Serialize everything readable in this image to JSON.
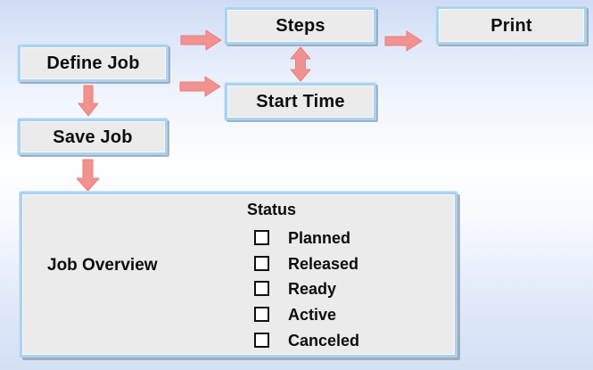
{
  "diagram": {
    "nodes": [
      {
        "id": "define-job",
        "label": "Define Job"
      },
      {
        "id": "steps",
        "label": "Steps"
      },
      {
        "id": "print",
        "label": "Print"
      },
      {
        "id": "start-time",
        "label": "Start Time"
      },
      {
        "id": "save-job",
        "label": "Save Job"
      }
    ],
    "connections": [
      {
        "from": "define-job",
        "to": "steps",
        "style": "right-arrow"
      },
      {
        "from": "define-job",
        "to": "start-time",
        "style": "right-arrow"
      },
      {
        "from": "define-job",
        "to": "save-job",
        "style": "down-arrow"
      },
      {
        "from": "steps",
        "to": "start-time",
        "style": "double-vertical-arrow"
      },
      {
        "from": "steps",
        "to": "print",
        "style": "right-arrow"
      },
      {
        "from": "save-job",
        "to": "job-overview",
        "style": "down-arrow"
      }
    ],
    "overview_panel": {
      "label": "Job Overview",
      "status_header": "Status",
      "statuses": [
        {
          "label": "Planned",
          "checked": false
        },
        {
          "label": "Released",
          "checked": false
        },
        {
          "label": "Ready",
          "checked": false
        },
        {
          "label": "Active",
          "checked": false
        },
        {
          "label": "Canceled",
          "checked": false
        }
      ]
    }
  },
  "colors": {
    "background_top": "#cfdcf6",
    "background_middle": "#fdfeff",
    "background_bottom": "#d4e0f6",
    "node_fill": "#ebebeb",
    "node_border": "#a8d3f3",
    "arrow_fill": "#f29290",
    "arrow_outline": "#e87e7a",
    "text": "#0d0d0d"
  }
}
